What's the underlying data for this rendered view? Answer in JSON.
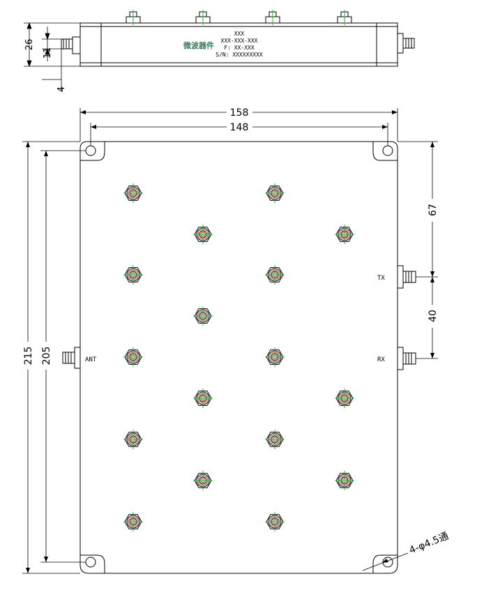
{
  "drawing": {
    "side_view": {
      "label_lines": [
        "XXX",
        "XXX-XXX-XXX",
        "F: XX-XXX",
        "S/N: XXXXXXXXX"
      ],
      "logo_text": "微波器件",
      "logo_color": "#3a7a5a"
    },
    "dimensions": {
      "width_outer": "158",
      "width_holes": "148",
      "height_outer": "215",
      "height_holes": "205",
      "tx_offset": "67",
      "tx_rx_spacing": "40",
      "side_height": "26",
      "connector_height": "11",
      "connector_offset": "4"
    },
    "hole_callout": "4-φ4.5通",
    "ports": {
      "ant": "ANT",
      "tx": "TX",
      "rx": "RX"
    },
    "colors": {
      "outline": "#000000",
      "screw_ring": "#c0392b",
      "crosshair": "#22bb33"
    }
  }
}
